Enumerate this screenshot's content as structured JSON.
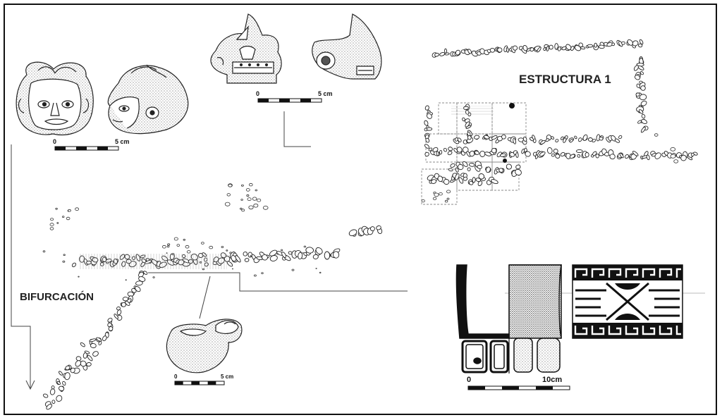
{
  "labels": {
    "structure": "ESTRUCTURA 1",
    "bifurcation": "BIFURCACIÓN"
  },
  "scale_bars": [
    {
      "id": "masks",
      "zero": "0",
      "end": "5 cm"
    },
    {
      "id": "effigy",
      "zero": "0",
      "end": "5 cm"
    },
    {
      "id": "vessel",
      "zero": "0",
      "end": "5 cm"
    },
    {
      "id": "cylinder",
      "zero": "0",
      "end": "10cm"
    }
  ],
  "colors": {
    "ink": "#111111",
    "background": "#ffffff",
    "frame": "#111111",
    "grid": "#8a8a8a"
  },
  "figures": [
    {
      "name": "mask-face-frontal-icon"
    },
    {
      "name": "mask-face-profile-icon"
    },
    {
      "name": "effigy-frontal-icon"
    },
    {
      "name": "effigy-profile-icon"
    },
    {
      "name": "handled-vessel-icon"
    },
    {
      "name": "tripod-cylinder-profile-icon"
    },
    {
      "name": "greek-fret-design-icon"
    }
  ]
}
